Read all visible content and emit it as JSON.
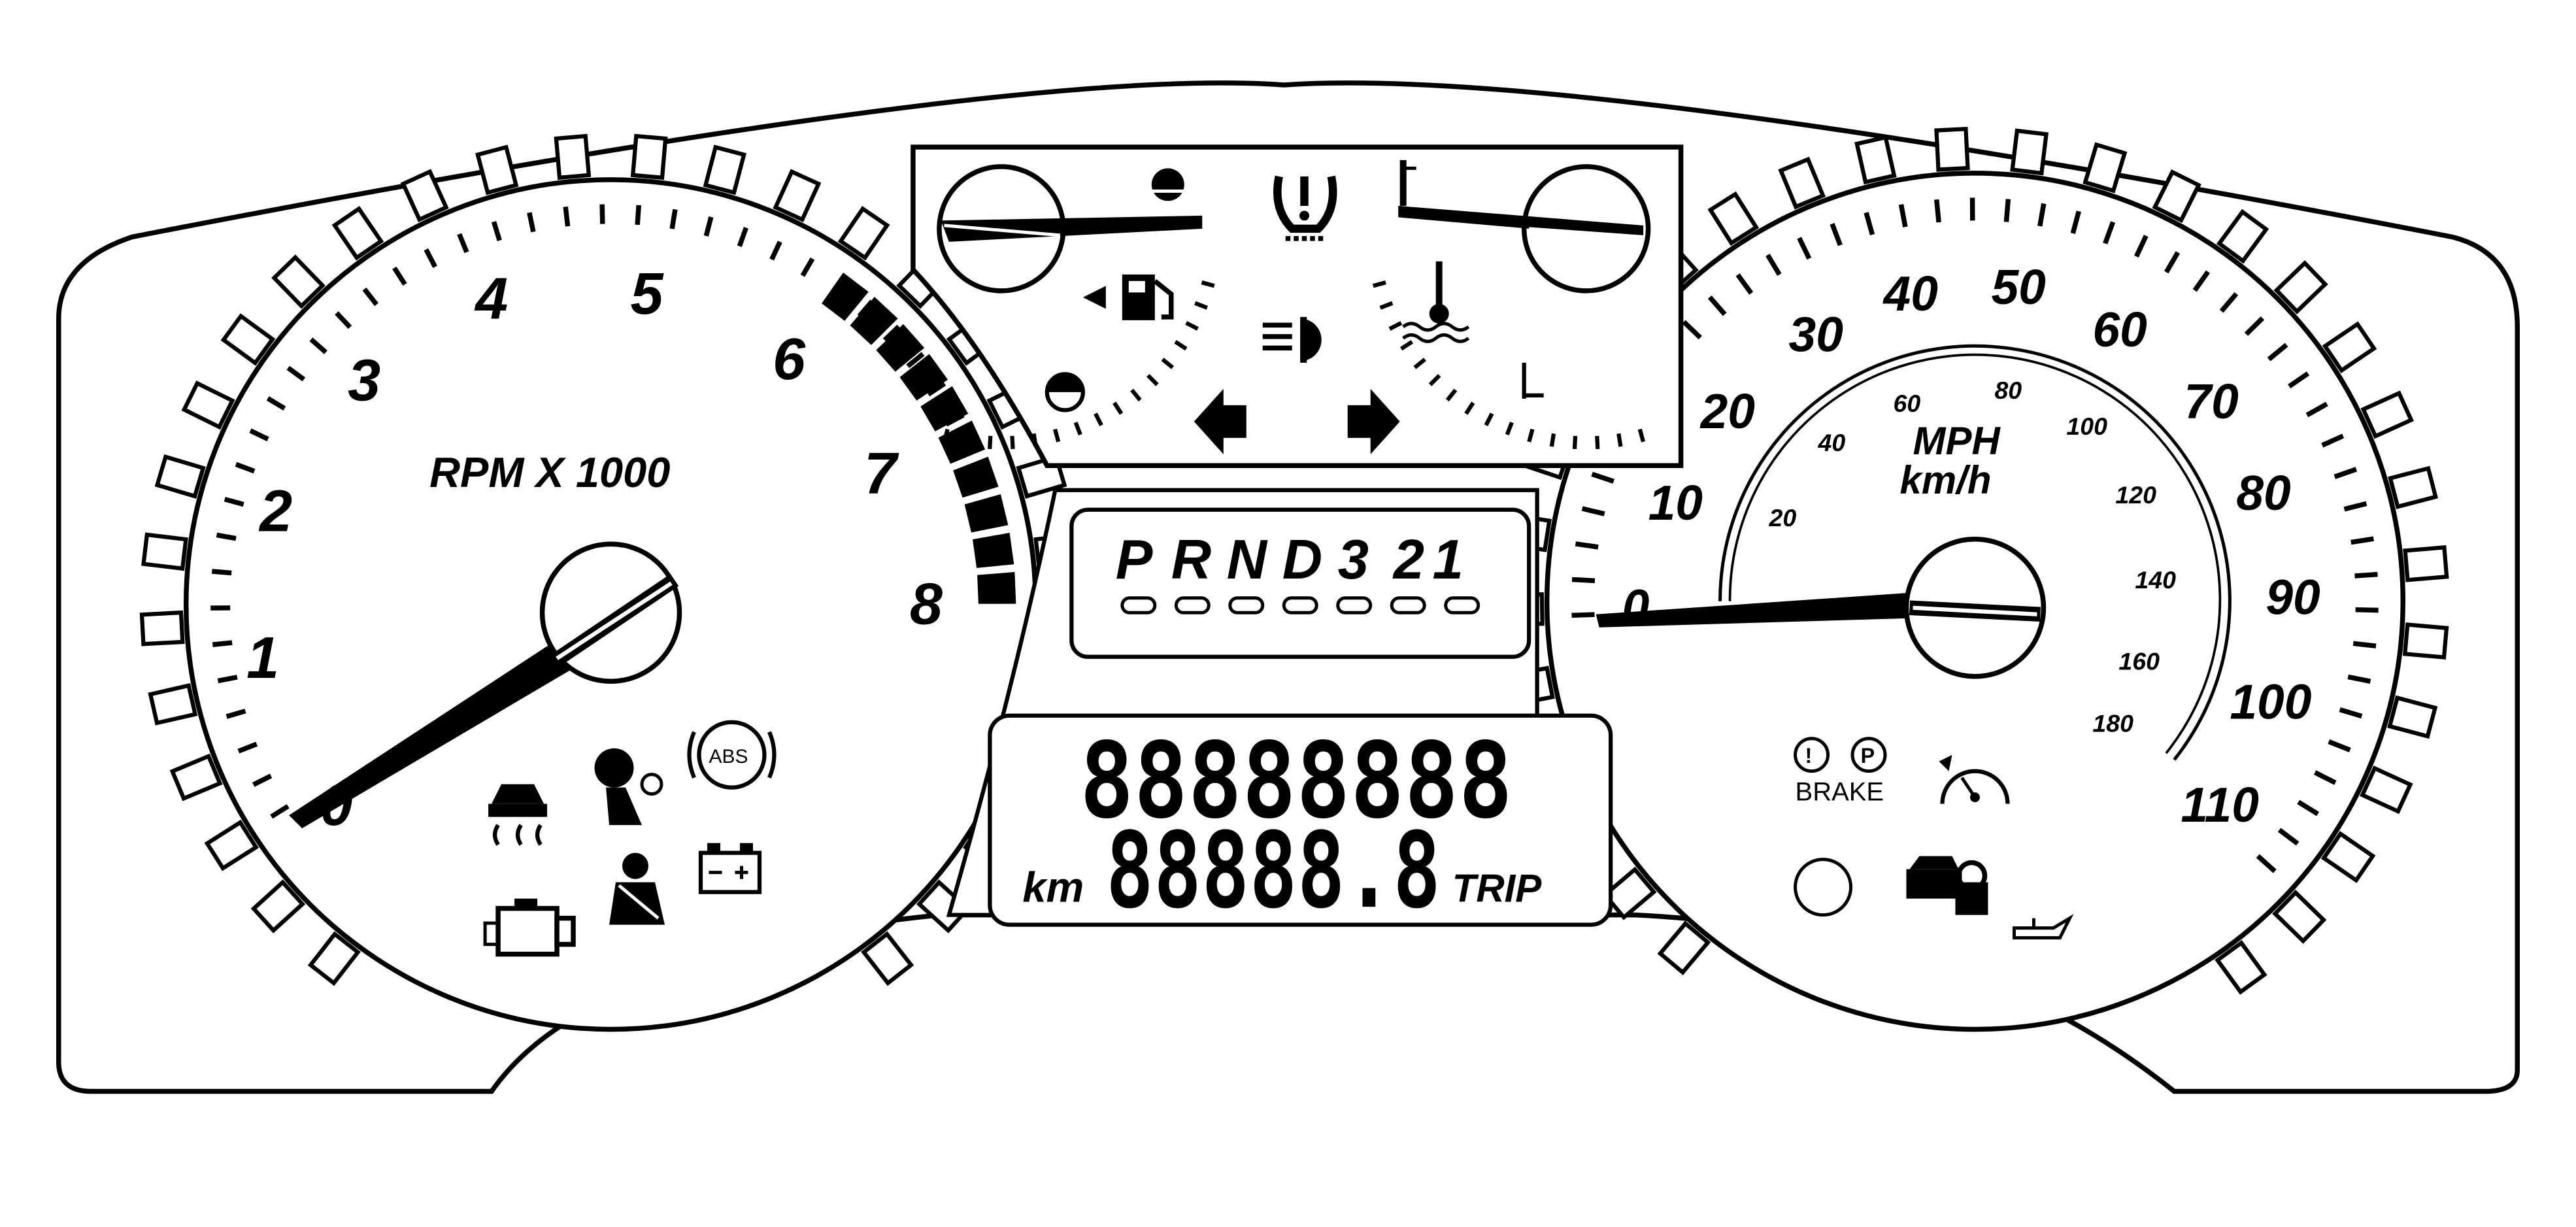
{
  "tachometer": {
    "label": "RPM X 1000",
    "numbers": [
      "0",
      "1",
      "2",
      "3",
      "4",
      "5",
      "6",
      "7",
      "8"
    ],
    "needle_value": 0,
    "redline_from": 6
  },
  "speedometer": {
    "mph_label": "MPH",
    "kmh_label": "km/h",
    "mph_numbers": [
      "0",
      "10",
      "20",
      "30",
      "40",
      "50",
      "60",
      "70",
      "80",
      "90",
      "100",
      "110"
    ],
    "kmh_numbers": [
      "20",
      "40",
      "60",
      "80",
      "100",
      "120",
      "140",
      "160",
      "180"
    ],
    "needle_value": 0
  },
  "transmission": {
    "labels": [
      "P",
      "R",
      "N",
      "D",
      "3",
      "2",
      "1"
    ]
  },
  "odometer": {
    "top_display": "88888888",
    "bottom_display": "88888.8",
    "unit_label": "km",
    "trip_label": "TRIP"
  },
  "indicators": {
    "abs_label": "ABS",
    "brake_label": "BRAKE"
  },
  "icons": [
    "fuel-gauge-icon",
    "oil-pressure-icon",
    "tire-pressure-icon",
    "headlight-icon",
    "left-turn-signal-icon",
    "right-turn-signal-icon",
    "coolant-temperature-icon",
    "traction-control-icon",
    "airbag-icon",
    "abs-icon",
    "seatbelt-icon",
    "battery-icon",
    "check-engine-icon",
    "brake-warning-icon",
    "cruise-control-icon",
    "security-icon",
    "oil-level-icon"
  ]
}
